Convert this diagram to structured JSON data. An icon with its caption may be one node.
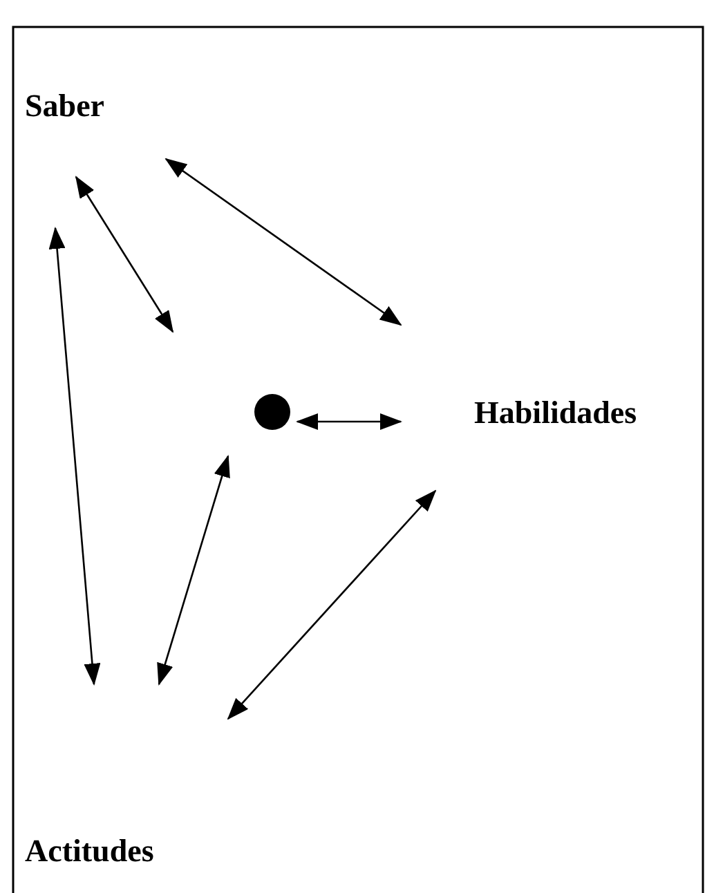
{
  "diagram": {
    "nodes": [
      {
        "text": [
          "Saber"
        ]
      },
      {
        "text": [
          "Habilidades"
        ]
      },
      {
        "text": [
          "Actitudes"
        ]
      },
      {
        "text": [],
        "shape": "circle"
      }
    ],
    "edges": [
      {
        "from": 0,
        "to": 1,
        "arrow": "both"
      },
      {
        "from": 0,
        "to": null,
        "arrow": "both"
      },
      {
        "from": 0,
        "to": null,
        "arrow": "both"
      },
      {
        "from": null,
        "to": 3,
        "arrow": "both"
      },
      {
        "from": null,
        "to": 1,
        "arrow": "both"
      },
      {
        "from": 3,
        "to": 1,
        "arrow": "both"
      }
    ]
  }
}
